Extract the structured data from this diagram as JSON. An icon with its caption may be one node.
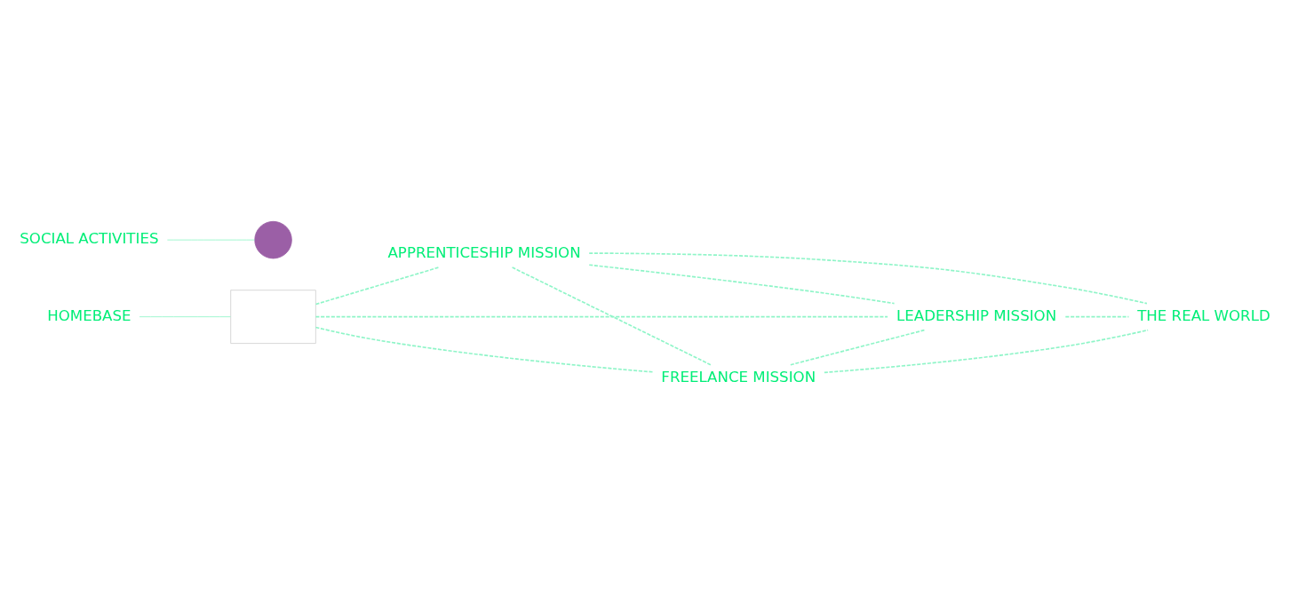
{
  "diagram": {
    "nodes": [
      {
        "text": [],
        "shape": "box"
      },
      {
        "text": [
          "APPRENTICESHIP MISSION"
        ]
      },
      {
        "text": [
          "FREELANCE MISSION"
        ]
      },
      {
        "text": [
          "LEADERSHIP MISSION"
        ]
      },
      {
        "text": [
          "THE REAL WORLD"
        ]
      },
      {
        "text": [],
        "shape": "circle"
      },
      {
        "text": [
          "SOCIAL ACTIVITIES"
        ]
      },
      {
        "text": [
          "HOMEBASE"
        ]
      }
    ],
    "edges": [
      {
        "from": 0,
        "to": 1,
        "arrow": "none",
        "style": "dashed"
      },
      {
        "from": 0,
        "to": 3,
        "arrow": "none",
        "style": "dashed"
      },
      {
        "from": 0,
        "to": 2,
        "arrow": "none",
        "style": "dashed"
      },
      {
        "from": 1,
        "to": 2,
        "arrow": "none",
        "style": "dashed"
      },
      {
        "from": 1,
        "to": 3,
        "arrow": "none",
        "style": "dashed"
      },
      {
        "from": 1,
        "to": 4,
        "arrow": "none",
        "style": "dashed"
      },
      {
        "from": 2,
        "to": 3,
        "arrow": "none",
        "style": "dashed"
      },
      {
        "from": 2,
        "to": 4,
        "arrow": "none",
        "style": "dashed"
      },
      {
        "from": 3,
        "to": 4,
        "arrow": "none",
        "style": "dashed"
      },
      {
        "from": 6,
        "to": 5,
        "arrow": "none"
      },
      {
        "from": 7,
        "to": 0,
        "arrow": "none"
      }
    ]
  }
}
